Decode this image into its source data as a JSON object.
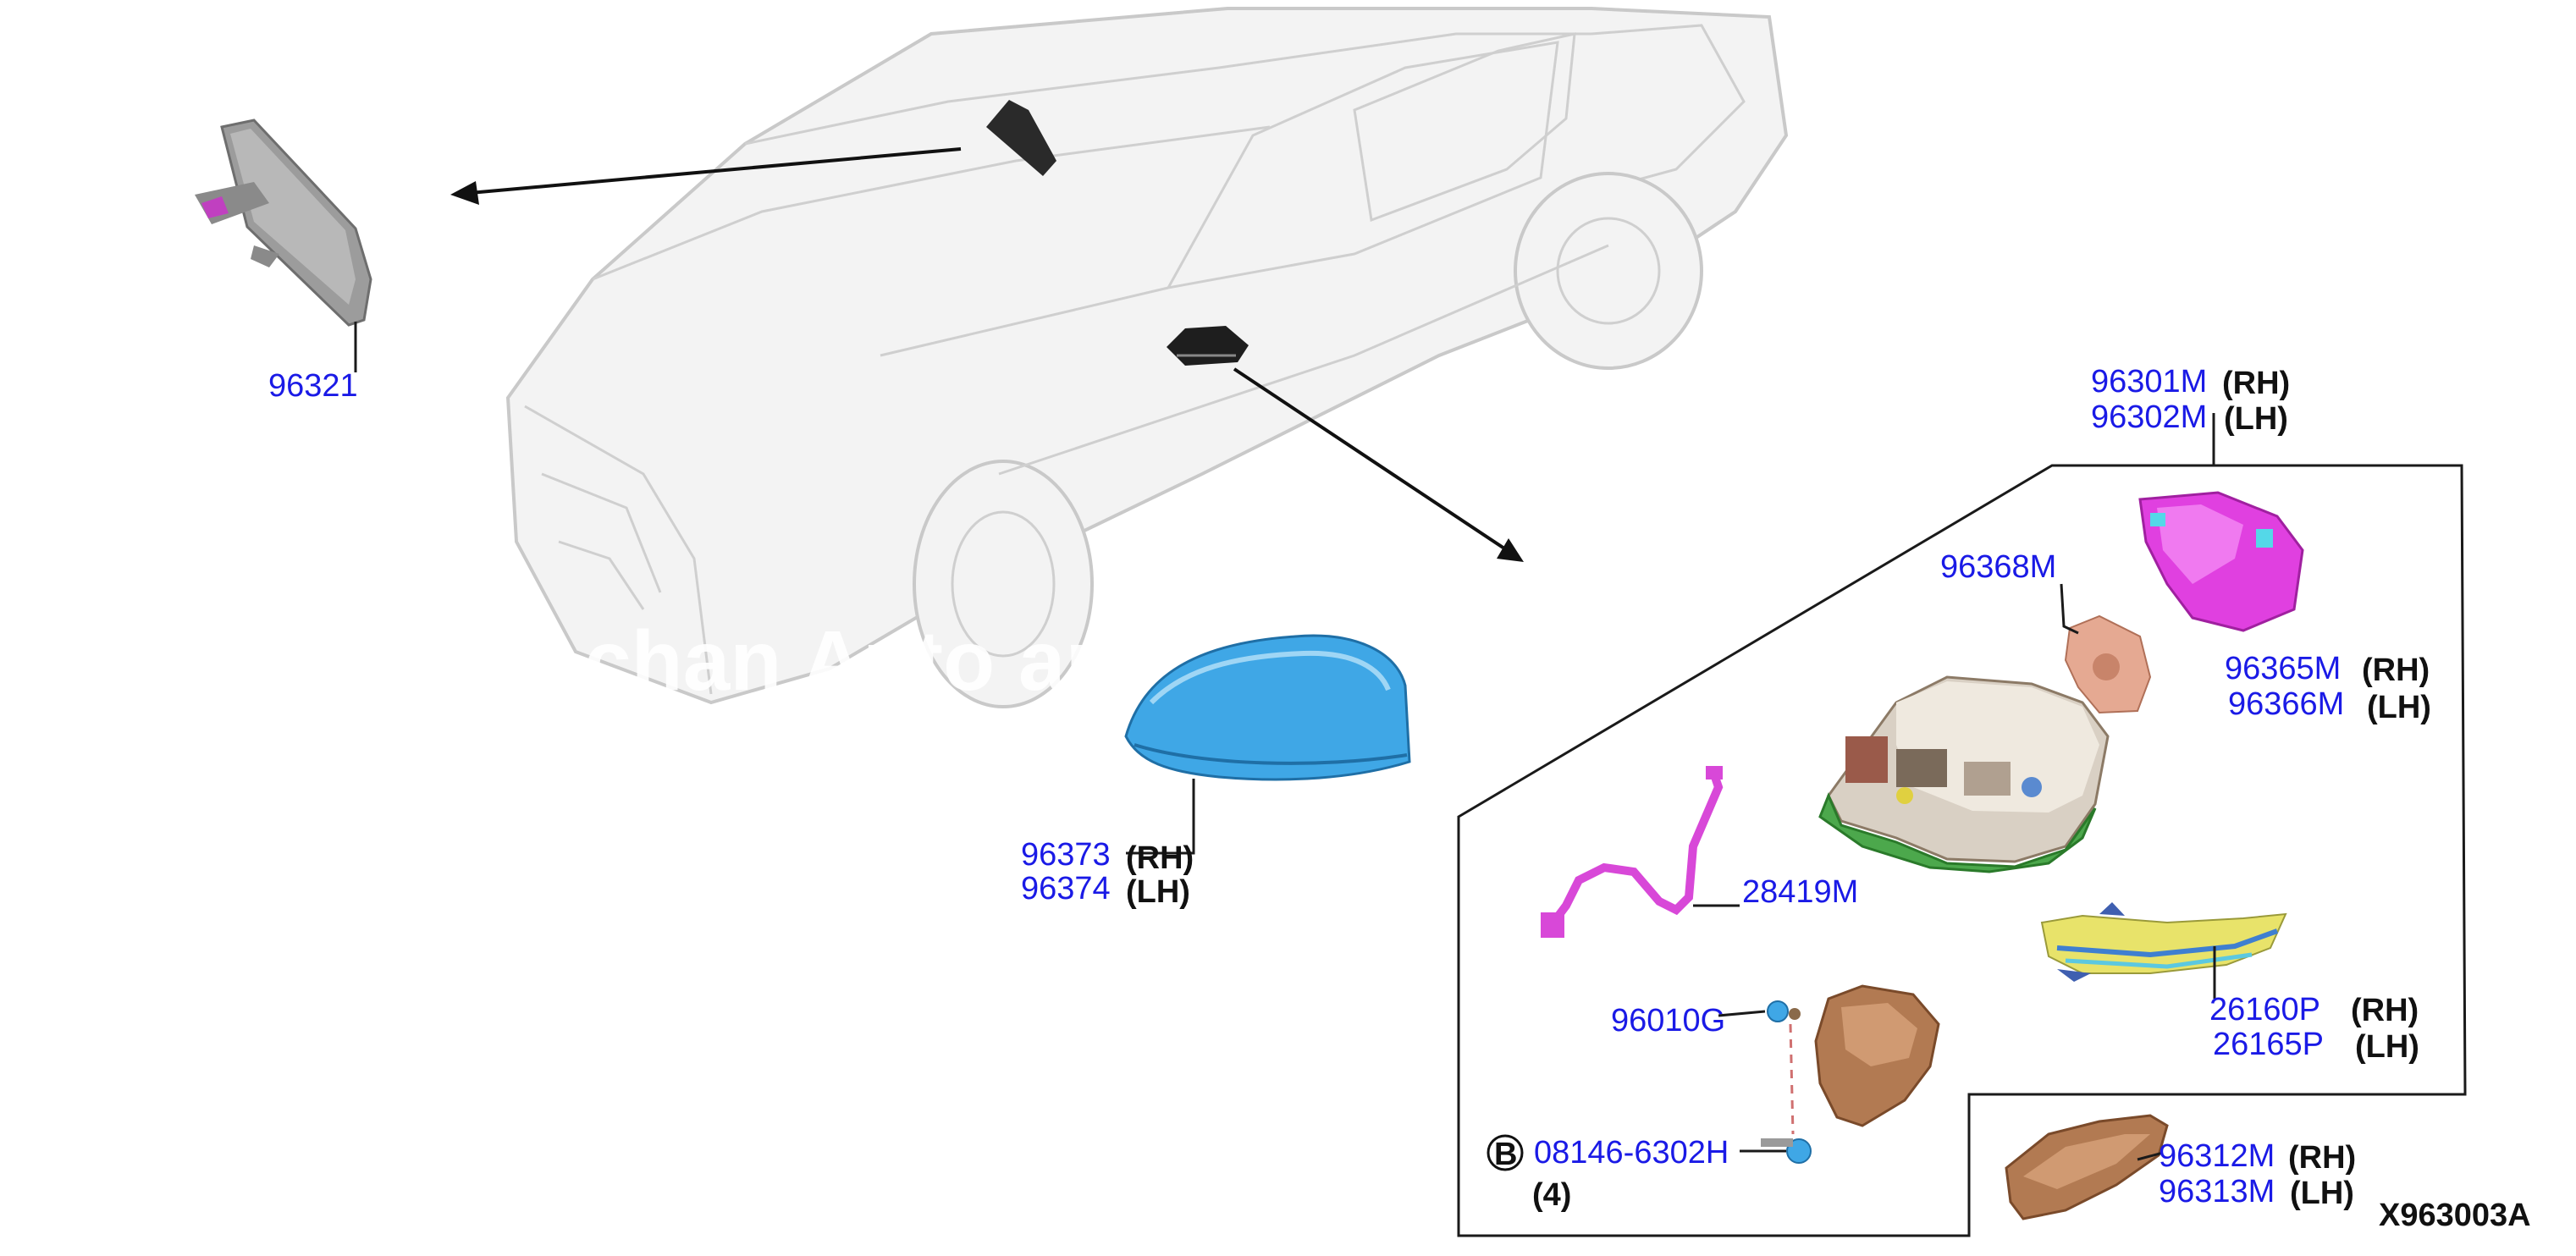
{
  "diagram_code": "X963003A",
  "watermark": "chan  Auto  arts",
  "callouts": {
    "rear_view_mirror": {
      "part": "96321"
    },
    "mirror_cover": {
      "part_rh": "96373",
      "side_rh": "(RH)",
      "part_lh": "96374",
      "side_lh": "(LH)"
    },
    "mirror_assembly": {
      "part_rh": "96301M",
      "side_rh": "(RH)",
      "part_lh": "96302M",
      "side_lh": "(LH)"
    },
    "mirror_glass_holder": {
      "part": "96368M"
    },
    "mirror_glass": {
      "part_rh": "96365M",
      "side_rh": "(RH)",
      "part_lh": "96366M",
      "side_lh": "(LH)"
    },
    "harness": {
      "part": "28419M"
    },
    "turn_lamp": {
      "part_rh": "26160P",
      "side_rh": "(RH)",
      "part_lh": "26165P",
      "side_lh": "(LH)"
    },
    "clip": {
      "part": "96010G"
    },
    "screw": {
      "marker": "B",
      "part": "08146-6302H",
      "qty": "(4)"
    },
    "cover_lower": {
      "part_rh": "96312M",
      "side_rh": "(RH)",
      "part_lh": "96313M",
      "side_lh": "(LH)"
    }
  },
  "colors": {
    "part_number": "#1a1ae6",
    "mirror_cover": "#3fa7e6",
    "housing_magenta": "#e040e0",
    "base_green": "#4ca84c",
    "bronze": "#b27a52",
    "lamp_yellow": "#e8e36a",
    "lamp_blue": "#3f7fd0"
  }
}
